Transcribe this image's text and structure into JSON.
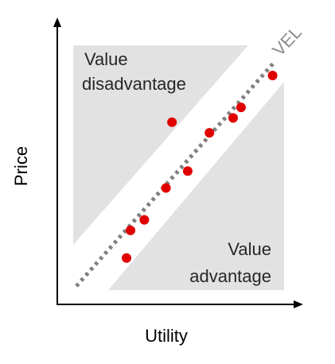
{
  "chart_data": {
    "type": "scatter",
    "xlabel": "Utility",
    "ylabel": "Price",
    "axes_ticks": "none",
    "grid": false,
    "regions": [
      {
        "name": "value-disadvantage",
        "label_lines": [
          "Value",
          "disadvantage"
        ],
        "position": "upper-left",
        "color": "#e2e2e2"
      },
      {
        "name": "value-advantage",
        "label_lines": [
          "Value",
          "advantage"
        ],
        "position": "lower-right",
        "color": "#e2e2e2"
      }
    ],
    "reference_line": {
      "label": "VEL",
      "style": "dotted",
      "color": "#808080",
      "label_color": "#8c8c8c"
    },
    "points": [
      {
        "x": 0.23,
        "y": 0.11
      },
      {
        "x": 0.25,
        "y": 0.24
      },
      {
        "x": 0.32,
        "y": 0.29
      },
      {
        "x": 0.43,
        "y": 0.44
      },
      {
        "x": 0.54,
        "y": 0.52
      },
      {
        "x": 0.46,
        "y": 0.75
      },
      {
        "x": 0.65,
        "y": 0.7
      },
      {
        "x": 0.77,
        "y": 0.77
      },
      {
        "x": 0.81,
        "y": 0.82
      },
      {
        "x": 0.97,
        "y": 0.97
      }
    ],
    "point_color": "#e00000"
  }
}
